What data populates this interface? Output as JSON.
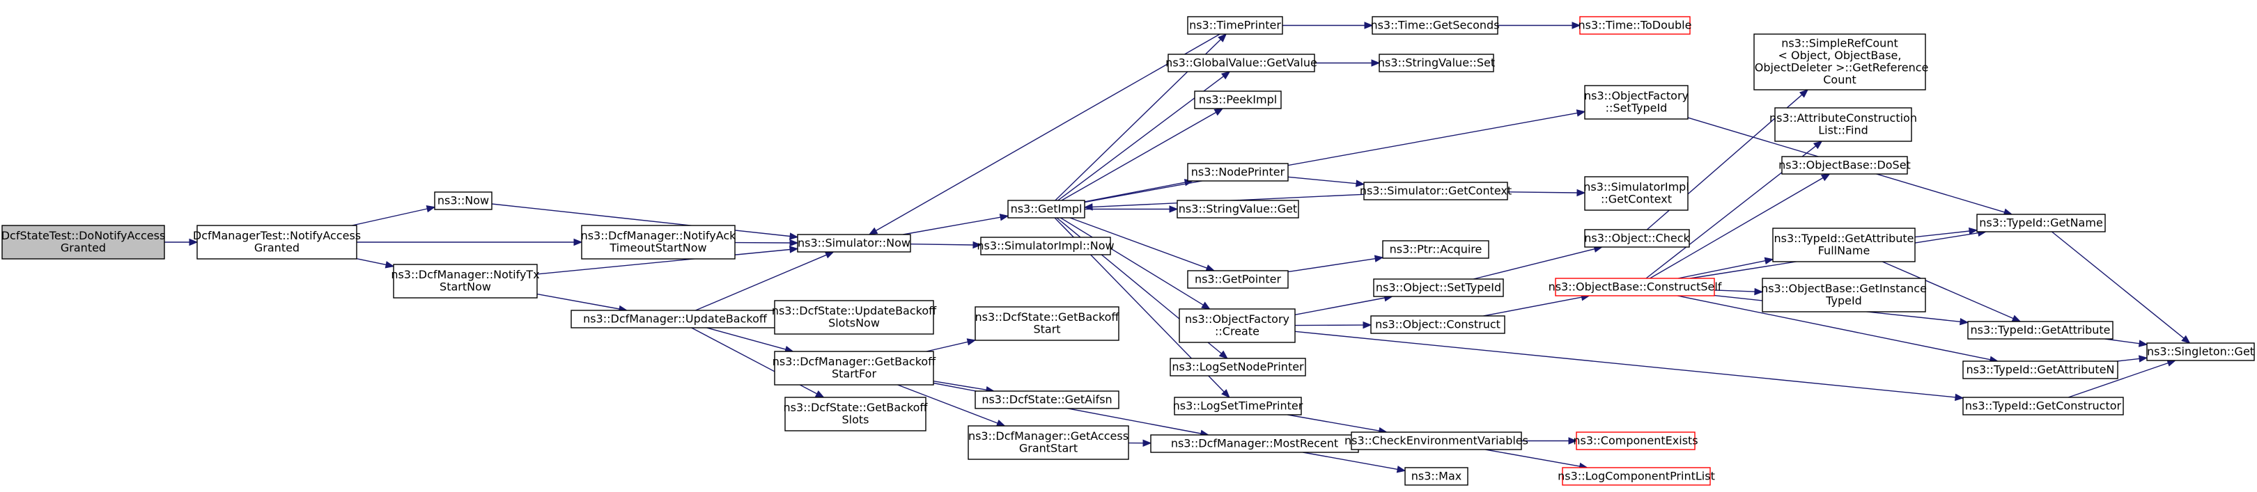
{
  "graph": {
    "edge_color": "#191970",
    "node_border_color": "#000000",
    "missing_border_color": "#ff0000",
    "root_fill_color": "#bfbfbf",
    "nodes": [
      {
        "id": "root",
        "lines": [
          "DcfStateTest::DoNotifyAccess",
          "Granted"
        ],
        "style": "root"
      },
      {
        "id": "nag",
        "lines": [
          "DcfManagerTest::NotifyAccess",
          "Granted"
        ],
        "style": "normal"
      },
      {
        "id": "now",
        "lines": [
          "ns3::Now"
        ],
        "style": "normal"
      },
      {
        "id": "ackto",
        "lines": [
          "ns3::DcfManager::NotifyAck",
          "TimeoutStartNow"
        ],
        "style": "normal"
      },
      {
        "id": "txstart",
        "lines": [
          "ns3::DcfManager::NotifyTx",
          "StartNow"
        ],
        "style": "normal"
      },
      {
        "id": "simnow",
        "lines": [
          "ns3::Simulator::Now"
        ],
        "style": "normal"
      },
      {
        "id": "updbk",
        "lines": [
          "ns3::DcfManager::UpdateBackoff"
        ],
        "style": "normal"
      },
      {
        "id": "updslots",
        "lines": [
          "ns3::DcfState::UpdateBackoff",
          "SlotsNow"
        ],
        "style": "normal"
      },
      {
        "id": "getbkfor",
        "lines": [
          "ns3::DcfManager::GetBackoff",
          "StartFor"
        ],
        "style": "normal"
      },
      {
        "id": "getslots",
        "lines": [
          "ns3::DcfState::GetBackoff",
          "Slots"
        ],
        "style": "normal"
      },
      {
        "id": "getbkstart",
        "lines": [
          "ns3::DcfState::GetBackoff",
          "Start"
        ],
        "style": "normal"
      },
      {
        "id": "getaifsn",
        "lines": [
          "ns3::DcfState::GetAifsn"
        ],
        "style": "normal"
      },
      {
        "id": "getaccess",
        "lines": [
          "ns3::DcfManager::GetAccess",
          "GrantStart"
        ],
        "style": "normal"
      },
      {
        "id": "getimpl",
        "lines": [
          "ns3::GetImpl"
        ],
        "style": "normal"
      },
      {
        "id": "simimplnow",
        "lines": [
          "ns3::SimulatorImpl::Now"
        ],
        "style": "normal"
      },
      {
        "id": "mostrecent",
        "lines": [
          "ns3::DcfManager::MostRecent"
        ],
        "style": "normal"
      },
      {
        "id": "timeprinter",
        "lines": [
          "ns3::TimePrinter"
        ],
        "style": "normal"
      },
      {
        "id": "gvget",
        "lines": [
          "ns3::GlobalValue::GetValue"
        ],
        "style": "normal"
      },
      {
        "id": "peekimpl",
        "lines": [
          "ns3::PeekImpl"
        ],
        "style": "normal"
      },
      {
        "id": "nodeprinter",
        "lines": [
          "ns3::NodePrinter"
        ],
        "style": "normal"
      },
      {
        "id": "svget",
        "lines": [
          "ns3::StringValue::Get"
        ],
        "style": "normal"
      },
      {
        "id": "getpointer",
        "lines": [
          "ns3::GetPointer"
        ],
        "style": "normal"
      },
      {
        "id": "ofcreate",
        "lines": [
          "ns3::ObjectFactory",
          "::Create"
        ],
        "style": "normal"
      },
      {
        "id": "logsetnode",
        "lines": [
          "ns3::LogSetNodePrinter"
        ],
        "style": "normal"
      },
      {
        "id": "logsettime",
        "lines": [
          "ns3::LogSetTimePrinter"
        ],
        "style": "normal"
      },
      {
        "id": "timegetsec",
        "lines": [
          "ns3::Time::GetSeconds"
        ],
        "style": "normal"
      },
      {
        "id": "svset",
        "lines": [
          "ns3::StringValue::Set"
        ],
        "style": "normal"
      },
      {
        "id": "simgetctx",
        "lines": [
          "ns3::Simulator::GetContext"
        ],
        "style": "normal"
      },
      {
        "id": "ptracquire",
        "lines": [
          "ns3::Ptr::Acquire"
        ],
        "style": "normal"
      },
      {
        "id": "objsettype",
        "lines": [
          "ns3::Object::SetTypeId"
        ],
        "style": "normal"
      },
      {
        "id": "objconstruct",
        "lines": [
          "ns3::Object::Construct"
        ],
        "style": "normal"
      },
      {
        "id": "checkenv",
        "lines": [
          "ns3::CheckEnvironmentVariables"
        ],
        "style": "normal"
      },
      {
        "id": "max",
        "lines": [
          "ns3::Max"
        ],
        "style": "normal"
      },
      {
        "id": "todouble",
        "lines": [
          "ns3::Time::ToDouble"
        ],
        "style": "missing"
      },
      {
        "id": "ofsettype",
        "lines": [
          "ns3::ObjectFactory",
          "::SetTypeId"
        ],
        "style": "normal"
      },
      {
        "id": "simimplctx",
        "lines": [
          "ns3::SimulatorImpl",
          "::GetContext"
        ],
        "style": "normal"
      },
      {
        "id": "objcheck",
        "lines": [
          "ns3::Object::Check"
        ],
        "style": "normal"
      },
      {
        "id": "obconstruct",
        "lines": [
          "ns3::ObjectBase::ConstructSelf"
        ],
        "style": "missing"
      },
      {
        "id": "compexists",
        "lines": [
          "ns3::ComponentExists"
        ],
        "style": "missing"
      },
      {
        "id": "logcomplist",
        "lines": [
          "ns3::LogComponentPrintList"
        ],
        "style": "missing"
      },
      {
        "id": "simplerefcount",
        "lines": [
          "ns3::SimpleRefCount",
          "< Object, ObjectBase,",
          " ObjectDeleter >::GetReference",
          "Count"
        ],
        "style": "normal"
      },
      {
        "id": "attrfind",
        "lines": [
          "ns3::AttributeConstruction",
          "List::Find"
        ],
        "style": "normal"
      },
      {
        "id": "obdoset",
        "lines": [
          "ns3::ObjectBase::DoSet"
        ],
        "style": "normal"
      },
      {
        "id": "tidattrfull",
        "lines": [
          "ns3::TypeId::GetAttribute",
          "FullName"
        ],
        "style": "normal"
      },
      {
        "id": "obgetinst",
        "lines": [
          "ns3::ObjectBase::GetInstance",
          "TypeId"
        ],
        "style": "normal"
      },
      {
        "id": "tidgetname",
        "lines": [
          "ns3::TypeId::GetName"
        ],
        "style": "normal"
      },
      {
        "id": "tidgetattr",
        "lines": [
          "ns3::TypeId::GetAttribute"
        ],
        "style": "normal"
      },
      {
        "id": "tidgetattrn",
        "lines": [
          "ns3::TypeId::GetAttributeN"
        ],
        "style": "normal"
      },
      {
        "id": "tidgetctor",
        "lines": [
          "ns3::TypeId::GetConstructor"
        ],
        "style": "normal"
      },
      {
        "id": "singletonget",
        "lines": [
          "ns3::Singleton::Get"
        ],
        "style": "normal"
      }
    ],
    "edges": [
      [
        "root",
        "nag"
      ],
      [
        "nag",
        "now"
      ],
      [
        "nag",
        "ackto"
      ],
      [
        "nag",
        "txstart"
      ],
      [
        "now",
        "simnow"
      ],
      [
        "ackto",
        "simnow"
      ],
      [
        "txstart",
        "simnow"
      ],
      [
        "txstart",
        "updbk"
      ],
      [
        "updbk",
        "simnow"
      ],
      [
        "updbk",
        "updslots"
      ],
      [
        "updbk",
        "getbkfor"
      ],
      [
        "updbk",
        "getslots"
      ],
      [
        "getbkfor",
        "getbkstart"
      ],
      [
        "getbkfor",
        "getaifsn"
      ],
      [
        "getbkfor",
        "getaccess"
      ],
      [
        "getbkfor",
        "mostrecent"
      ],
      [
        "getaccess",
        "mostrecent"
      ],
      [
        "simnow",
        "getimpl"
      ],
      [
        "simnow",
        "simimplnow"
      ],
      [
        "getimpl",
        "timeprinter"
      ],
      [
        "getimpl",
        "gvget"
      ],
      [
        "getimpl",
        "peekimpl"
      ],
      [
        "getimpl",
        "nodeprinter"
      ],
      [
        "getimpl",
        "svget"
      ],
      [
        "getimpl",
        "getpointer"
      ],
      [
        "getimpl",
        "ofcreate"
      ],
      [
        "getimpl",
        "logsetnode"
      ],
      [
        "getimpl",
        "logsettime"
      ],
      [
        "getimpl",
        "ofsettype"
      ],
      [
        "timeprinter",
        "simnow"
      ],
      [
        "timeprinter",
        "timegetsec"
      ],
      [
        "timegetsec",
        "todouble"
      ],
      [
        "gvget",
        "svset"
      ],
      [
        "nodeprinter",
        "simgetctx"
      ],
      [
        "simgetctx",
        "getimpl"
      ],
      [
        "simgetctx",
        "simimplctx"
      ],
      [
        "getpointer",
        "ptracquire"
      ],
      [
        "ofcreate",
        "objsettype"
      ],
      [
        "ofcreate",
        "objconstruct"
      ],
      [
        "ofcreate",
        "tidgetctor"
      ],
      [
        "objsettype",
        "objcheck"
      ],
      [
        "objconstruct",
        "obconstruct"
      ],
      [
        "objcheck",
        "simplerefcount"
      ],
      [
        "logsettime",
        "checkenv"
      ],
      [
        "checkenv",
        "compexists"
      ],
      [
        "checkenv",
        "logcomplist"
      ],
      [
        "mostrecent",
        "max"
      ],
      [
        "ofsettype",
        "tidgetname"
      ],
      [
        "obconstruct",
        "attrfind"
      ],
      [
        "obconstruct",
        "obdoset"
      ],
      [
        "obconstruct",
        "tidattrfull"
      ],
      [
        "obconstruct",
        "obgetinst"
      ],
      [
        "obconstruct",
        "tidgetname"
      ],
      [
        "obconstruct",
        "tidgetattr"
      ],
      [
        "obconstruct",
        "tidgetattrn"
      ],
      [
        "tidattrfull",
        "tidgetname"
      ],
      [
        "tidattrfull",
        "tidgetattr"
      ],
      [
        "tidgetname",
        "singletonget"
      ],
      [
        "tidgetattr",
        "singletonget"
      ],
      [
        "tidgetattrn",
        "singletonget"
      ],
      [
        "tidgetctor",
        "singletonget"
      ]
    ]
  }
}
